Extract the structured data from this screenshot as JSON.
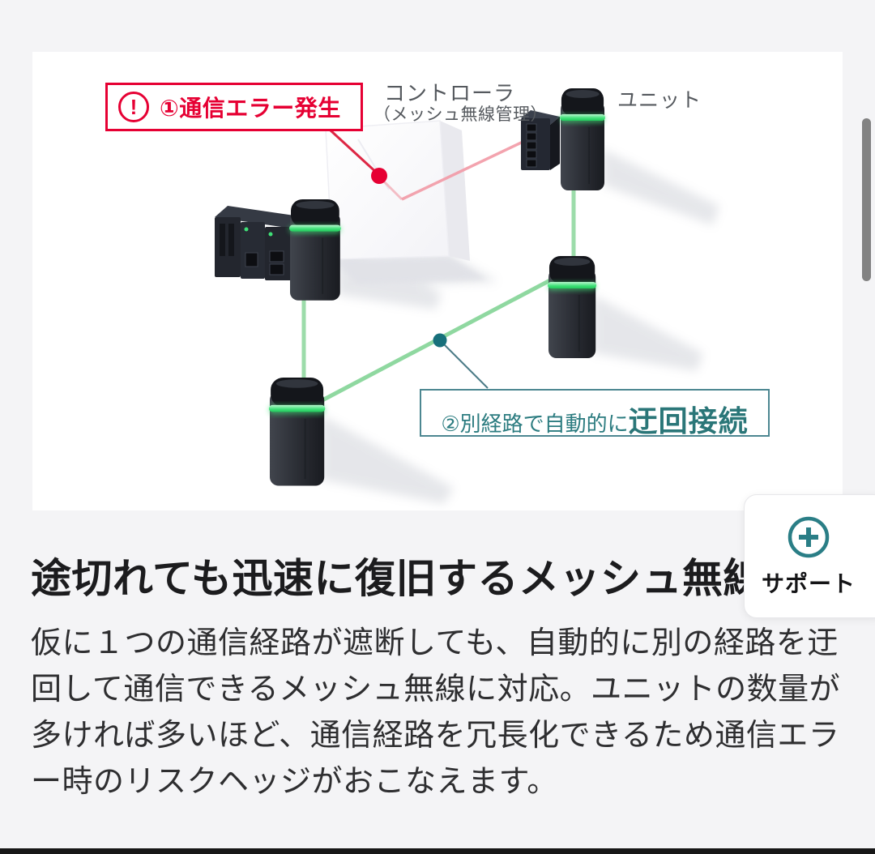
{
  "theme": {
    "page_bg": "#f4f4f6",
    "panel_bg": "#ffffff",
    "accent_red": "#e60033",
    "accent_teal": "#2a7a80",
    "line_green": "#9cdcaa",
    "led_green": "#3fe077",
    "label_gray": "#55595e",
    "text_dark": "#1c1c1e"
  },
  "diagram": {
    "error_callout": {
      "icon": "!",
      "label": "①通信エラー発生"
    },
    "controller_label": {
      "line1": "コントローラ",
      "line2": "（メッシュ無線管理）"
    },
    "unit_label": "ユニット",
    "reroute_callout": {
      "prefix": "②別経路で自動的に",
      "emphasis": "迂回接続"
    }
  },
  "content": {
    "heading": "途切れても迅速に復旧するメッシュ無線",
    "body_lines": [
      "仮に１つの通信経路が遮断しても、自動的に別の経路を迂",
      "回して通信できるメッシュ無線に対応。ユニットの数量が",
      "多ければ多いほど、通信経路を冗長化できるため通信エラ",
      "ー時のリスクヘッジがおこなえます。"
    ]
  },
  "support_button": {
    "label": "サポート"
  }
}
